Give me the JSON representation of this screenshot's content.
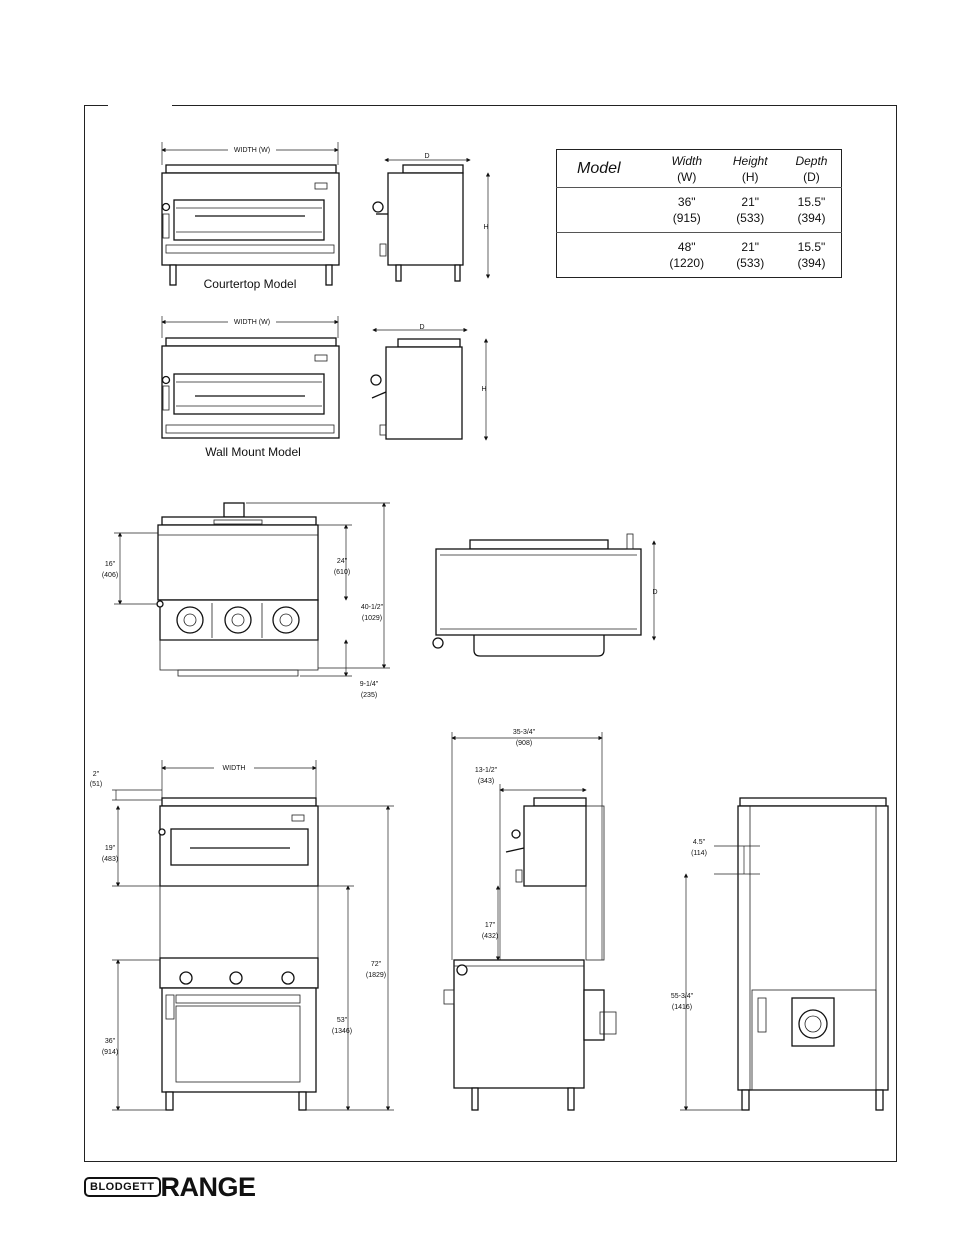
{
  "table": {
    "header": {
      "model": "Model",
      "width": "Width",
      "width_sym": "(W)",
      "height": "Height",
      "height_sym": "(H)",
      "depth": "Depth",
      "depth_sym": "(D)"
    },
    "rows": [
      {
        "width": "36\"",
        "width_mm": "(915)",
        "height": "21\"",
        "height_mm": "(533)",
        "depth": "15.5\"",
        "depth_mm": "(394)"
      },
      {
        "width": "48\"",
        "width_mm": "(1220)",
        "height": "21\"",
        "height_mm": "(533)",
        "depth": "15.5\"",
        "depth_mm": "(394)"
      }
    ]
  },
  "views": {
    "countertop": {
      "caption": "Courtertop Model",
      "width_label": "WIDTH  (W)",
      "depth_label": "D",
      "height_label": "H"
    },
    "wallmount": {
      "caption": "Wall Mount Model",
      "width_label": "WIDTH  (W)",
      "depth_label": "D",
      "height_label": "H"
    },
    "range_top": {
      "dim_16": "16\"",
      "dim_16_mm": "(406)",
      "dim_24": "24\"",
      "dim_24_mm": "(610)",
      "dim_40": "40-1/2\"",
      "dim_40_mm": "(1029)",
      "dim_9": "9-1/4\"",
      "dim_9_mm": "(235)"
    },
    "top_view": {
      "depth_label": "D"
    },
    "front_full": {
      "width_label": "WIDTH",
      "dim_2": "2\"",
      "dim_2_mm": "(51)",
      "dim_19": "19\"",
      "dim_19_mm": "(483)",
      "dim_36": "36\"",
      "dim_36_mm": "(914)",
      "dim_53": "53\"",
      "dim_53_mm": "(1346)",
      "dim_72": "72\"",
      "dim_72_mm": "(1829)"
    },
    "side_full": {
      "dim_35": "35-3/4\"",
      "dim_35_mm": "(908)",
      "dim_13": "13-1/2\"",
      "dim_13_mm": "(343)",
      "dim_17": "17\"",
      "dim_17_mm": "(432)"
    },
    "rear_full": {
      "dim_4": "4.5\"",
      "dim_4_mm": "(114)",
      "dim_55": "55-3/4\"",
      "dim_55_mm": "(1416)"
    }
  },
  "footer": {
    "brand": "BLODGETT",
    "product": "RANGE"
  }
}
